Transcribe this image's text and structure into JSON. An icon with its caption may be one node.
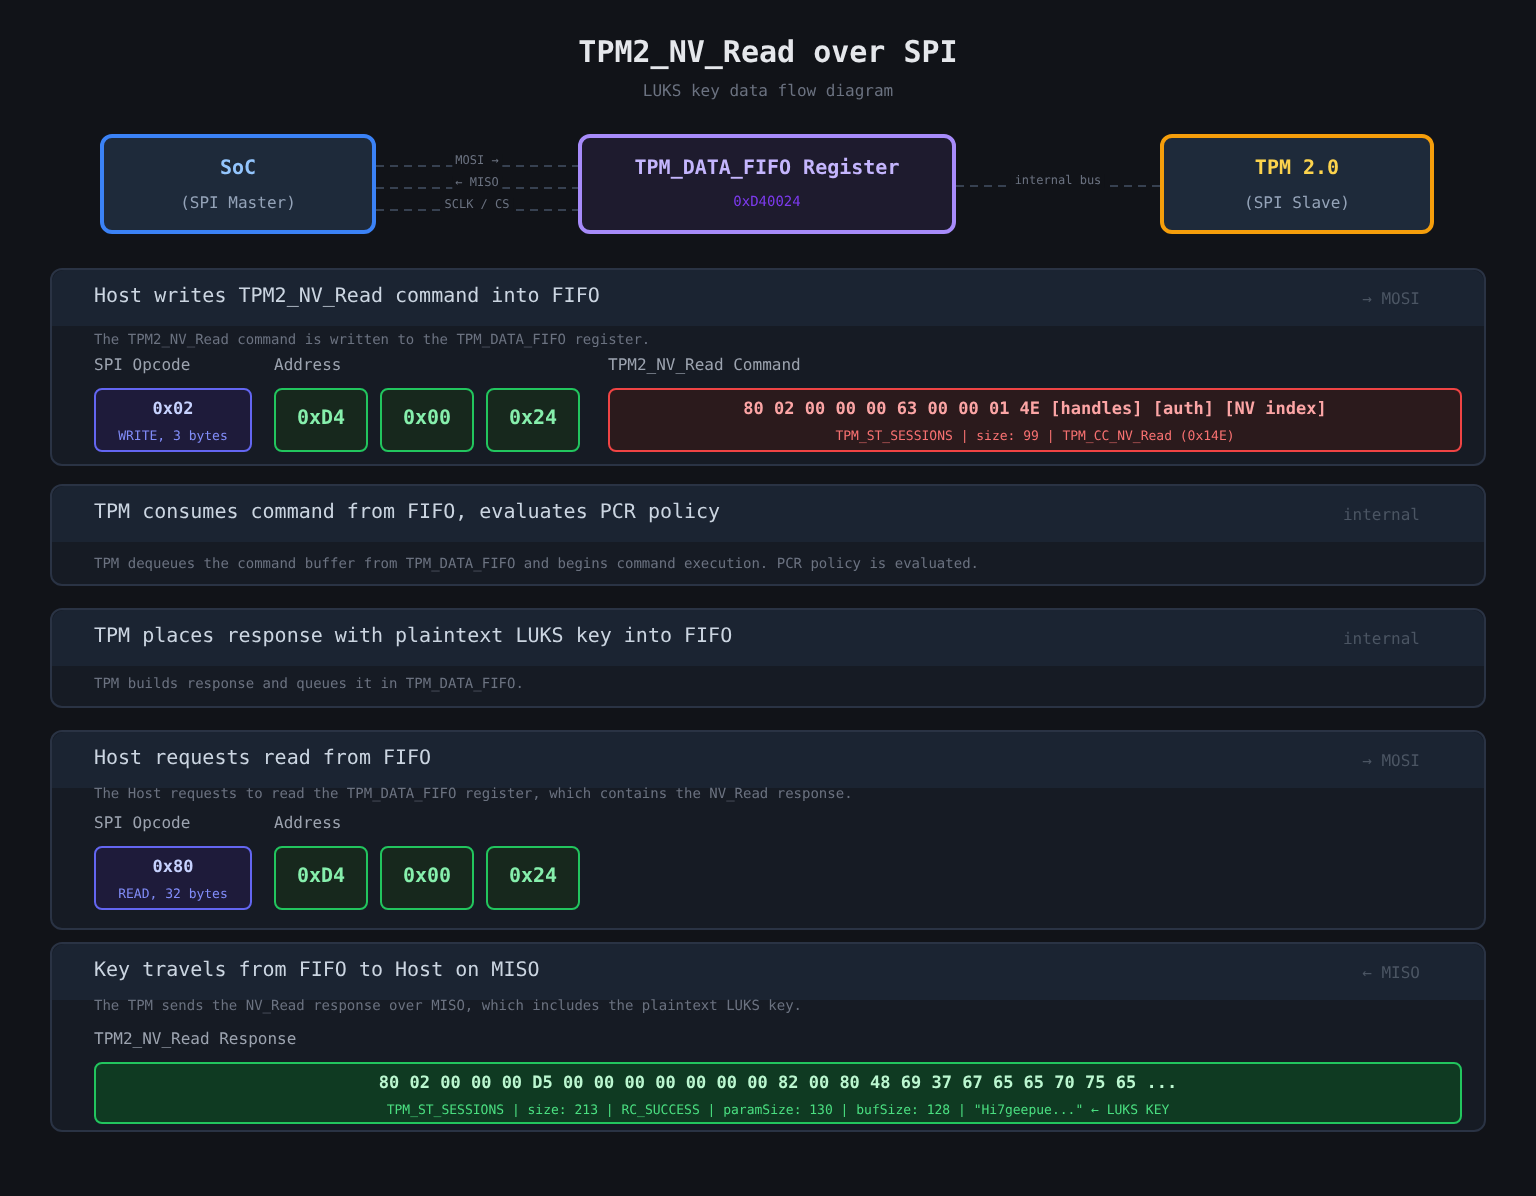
{
  "diagram": {
    "title": "TPM2_NV_Read over SPI",
    "caption": "LUKS key data flow diagram",
    "nodes": [
      {
        "text": [
          "SoC",
          "(SPI Master)"
        ]
      },
      {
        "text": [
          "TPM_DATA_FIFO Register",
          "0xD40024"
        ]
      },
      {
        "text": [
          "TPM 2.0",
          "(SPI Slave)"
        ]
      },
      {
        "text": [
          "Host writes TPM2_NV_Read command into FIFO",
          "→ MOSI",
          "The TPM2_NV_Read command is written to the TPM_DATA_FIFO register."
        ]
      },
      {
        "text": [
          "0x02",
          "WRITE, 3 bytes"
        ],
        "in": 3,
        "beside": [
          "SPI Opcode"
        ]
      },
      {
        "text": [
          "0xD4"
        ],
        "in": 3,
        "beside": [
          "Address"
        ]
      },
      {
        "text": [
          "0x00"
        ],
        "in": 3
      },
      {
        "text": [
          "0x24"
        ],
        "in": 3
      },
      {
        "text": [
          "80 02 00 00 00 63 00 00 01 4E [handles] [auth] [NV index]",
          "TPM_ST_SESSIONS | size: 99 | TPM_CC_NV_Read (0x14E)"
        ],
        "in": 3,
        "beside": [
          "TPM2_NV_Read Command"
        ]
      },
      {
        "text": [
          "TPM consumes command from FIFO, evaluates PCR policy",
          "internal",
          "TPM dequeues the command buffer from TPM_DATA_FIFO and begins command execution. PCR policy is evaluated."
        ]
      },
      {
        "text": [
          "TPM places response with plaintext LUKS key into FIFO",
          "internal",
          "TPM builds response and queues it in TPM_DATA_FIFO."
        ]
      },
      {
        "text": [
          "Host requests read from FIFO",
          "→ MOSI",
          "The Host requests to read the TPM_DATA_FIFO register, which contains the NV_Read response."
        ]
      },
      {
        "text": [
          "0x80",
          "READ, 32 bytes"
        ],
        "in": 11,
        "beside": [
          "SPI Opcode"
        ]
      },
      {
        "text": [
          "0xD4"
        ],
        "in": 11,
        "beside": [
          "Address"
        ]
      },
      {
        "text": [
          "0x00"
        ],
        "in": 11
      },
      {
        "text": [
          "0x24"
        ],
        "in": 11
      },
      {
        "text": [
          "Key travels from FIFO to Host on MISO",
          "← MISO",
          "The TPM sends the NV_Read response over MISO, which includes the plaintext LUKS key."
        ]
      },
      {
        "text": [
          "80 02 00 00 00 D5 00 00 00 00 00 00 00 82 00 80 48 69 37 67 65 65 70 75 65 ...",
          "TPM_ST_SESSIONS | size: 213 | RC_SUCCESS | paramSize: 130 | bufSize: 128 | \"Hi7geepue...\" ← LUKS KEY"
        ],
        "in": 16,
        "beside": [
          "TPM2_NV_Read Response"
        ]
      }
    ],
    "edges": [
      {
        "from": 0,
        "to": 1,
        "arrow": "none",
        "style": "dashed",
        "label": "MOSI →"
      },
      {
        "from": 0,
        "to": 1,
        "arrow": "none",
        "style": "dashed",
        "label": "← MISO"
      },
      {
        "from": 0,
        "to": 1,
        "arrow": "none",
        "style": "dashed",
        "label": "SCLK / CS"
      },
      {
        "from": 1,
        "to": 2,
        "arrow": "none",
        "style": "dashed",
        "label": "internal bus"
      }
    ]
  }
}
